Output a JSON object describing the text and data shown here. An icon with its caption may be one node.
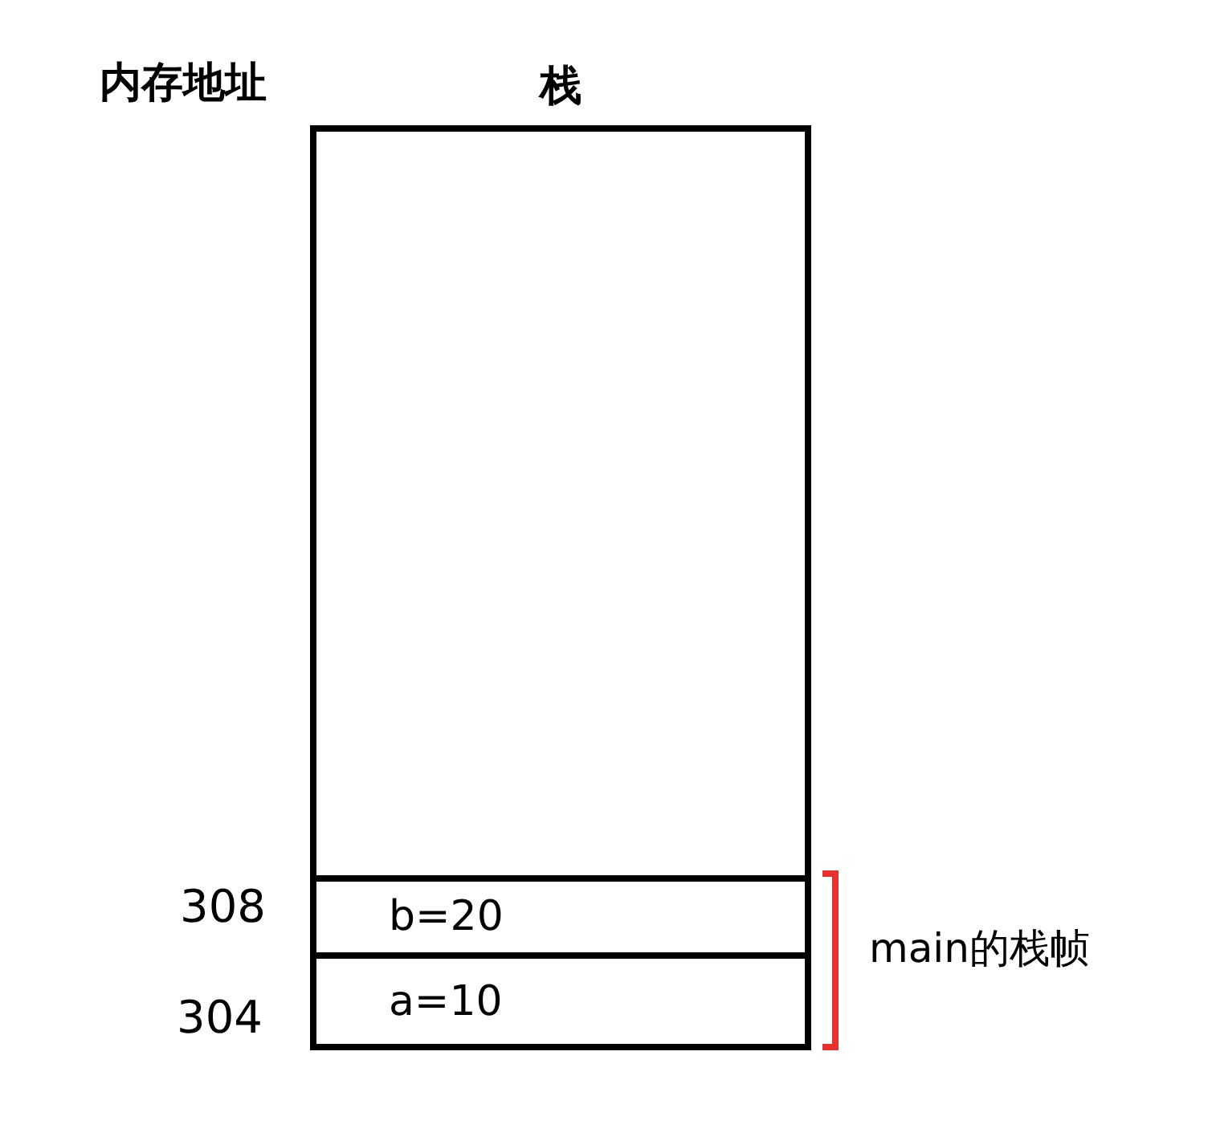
{
  "diagram": {
    "nodes": [
      {
        "text": [
          "栈"
        ]
      },
      {
        "text": [
          "b=20"
        ],
        "in": 0
      },
      {
        "text": [
          "a=10"
        ],
        "in": 0
      }
    ],
    "labels": [
      "内存地址",
      "308",
      "304",
      "main的栈帧"
    ]
  }
}
